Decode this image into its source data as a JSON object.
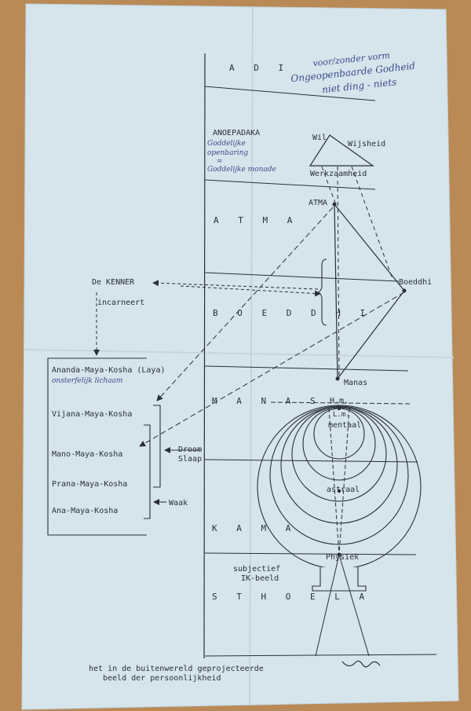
{
  "colors": {
    "paper": "#d6e4ec",
    "wood": "#b98a55",
    "ink": "#2a2f38",
    "pencil": "#3a4a8c"
  },
  "planes": {
    "adi": "A D I",
    "anoepadaka": "ANOEPADAKA",
    "atma": "A T M A",
    "boeddhi": "B O E D D H I",
    "manas": "M A N A S",
    "kama": "K A M A",
    "sthoela": "S T H O E L A"
  },
  "handwriting": {
    "top_line1": "voor/zonder vorm",
    "top_line2": "Ongeopenbaarde Godheid",
    "top_line3": "niet ding - niets",
    "anoe_line1": "Goddelijke",
    "anoe_line2": "openbaring",
    "anoe_line3": "=",
    "anoe_line4": "Goddelijke monade",
    "laya_note": "onsterfelijk lichaam"
  },
  "triangle": {
    "wil": "Wil",
    "wijsheid": "Wijsheid",
    "werkzaamheid": "Werkzaamheid"
  },
  "points": {
    "atma": "ATMA",
    "boeddhi": "Boeddhi",
    "manas": "Manas",
    "hm": "H.m.",
    "lm": "L.m.",
    "mentaal": "mentaal",
    "astraal": "astraal",
    "physiek": "Physiek"
  },
  "kenner": {
    "label": "De KENNER",
    "incarneert": "incarneert"
  },
  "koshas": [
    "Ananda-Maya-Kosha (Laya)",
    "Vijana-Maya-Kosha",
    "Mano-Maya-Kosha",
    "Prana-Maya-Kosha",
    "Ana-Maya-Kosha"
  ],
  "states": {
    "droom": "Droom",
    "slaap": "Slaap",
    "waak": "Waak"
  },
  "subjectief": {
    "line1": "subjectief",
    "line2": "IK-beeld"
  },
  "caption": {
    "line1": "het in de buitenwereld geprojecteerde",
    "line2": "beeld der persoonlijkheid"
  }
}
